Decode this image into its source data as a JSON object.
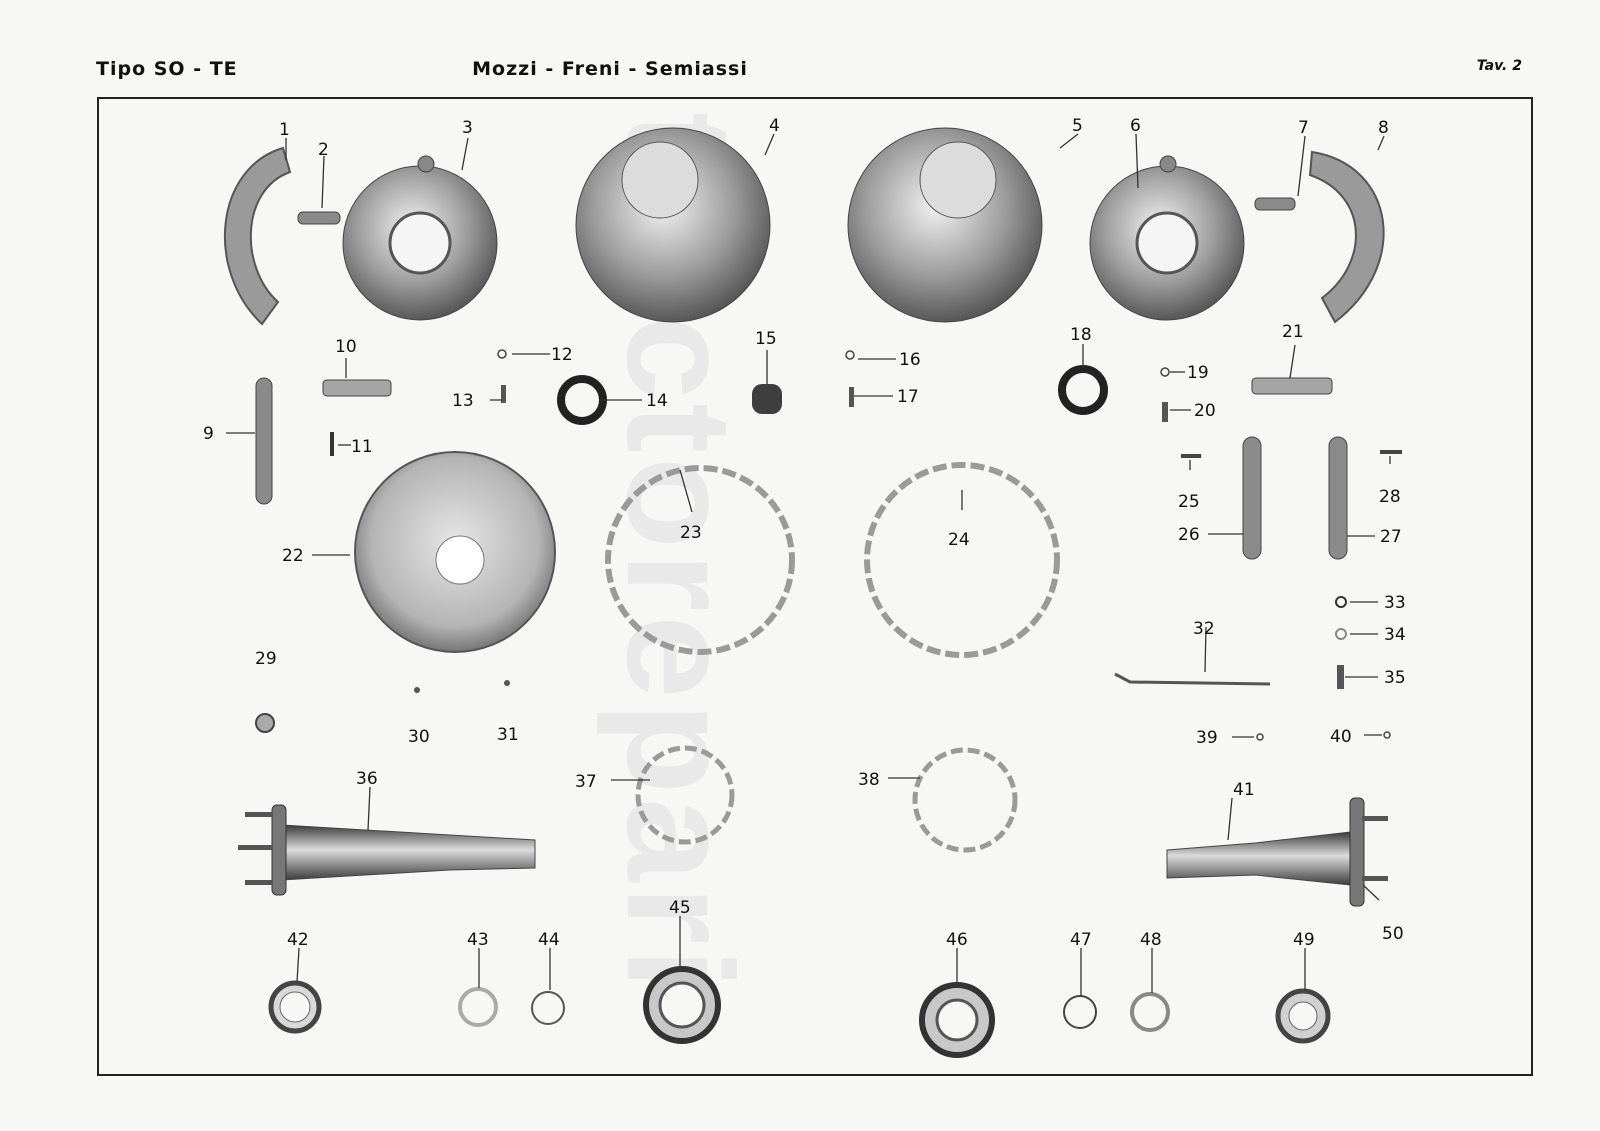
{
  "header": {
    "left": "Tipo SO - TE",
    "center": "Mozzi - Freni - Semiassi",
    "right": "Tav. 2"
  },
  "watermark": "tractorepari",
  "parts": [
    {
      "id": "p1",
      "number": "1"
    },
    {
      "id": "p2",
      "number": "2"
    },
    {
      "id": "p3",
      "number": "3"
    },
    {
      "id": "p4",
      "number": "4"
    },
    {
      "id": "p5",
      "number": "5"
    },
    {
      "id": "p6",
      "number": "6"
    },
    {
      "id": "p7",
      "number": "7"
    },
    {
      "id": "p8",
      "number": "8"
    },
    {
      "id": "p9",
      "number": "9"
    },
    {
      "id": "p10",
      "number": "10"
    },
    {
      "id": "p11",
      "number": "11"
    },
    {
      "id": "p12",
      "number": "12"
    },
    {
      "id": "p13",
      "number": "13"
    },
    {
      "id": "p14",
      "number": "14"
    },
    {
      "id": "p15",
      "number": "15"
    },
    {
      "id": "p16",
      "number": "16"
    },
    {
      "id": "p17",
      "number": "17"
    },
    {
      "id": "p18",
      "number": "18"
    },
    {
      "id": "p19",
      "number": "19"
    },
    {
      "id": "p20",
      "number": "20"
    },
    {
      "id": "p21",
      "number": "21"
    },
    {
      "id": "p22",
      "number": "22"
    },
    {
      "id": "p23",
      "number": "23"
    },
    {
      "id": "p24",
      "number": "24"
    },
    {
      "id": "p25",
      "number": "25"
    },
    {
      "id": "p26",
      "number": "26"
    },
    {
      "id": "p27",
      "number": "27"
    },
    {
      "id": "p28",
      "number": "28"
    },
    {
      "id": "p29",
      "number": "29"
    },
    {
      "id": "p30",
      "number": "30"
    },
    {
      "id": "p31",
      "number": "31"
    },
    {
      "id": "p32",
      "number": "32"
    },
    {
      "id": "p33",
      "number": "33"
    },
    {
      "id": "p34",
      "number": "34"
    },
    {
      "id": "p35",
      "number": "35"
    },
    {
      "id": "p36",
      "number": "36"
    },
    {
      "id": "p37",
      "number": "37"
    },
    {
      "id": "p38",
      "number": "38"
    },
    {
      "id": "p39",
      "number": "39"
    },
    {
      "id": "p40",
      "number": "40"
    },
    {
      "id": "p41",
      "number": "41"
    },
    {
      "id": "p42",
      "number": "42"
    },
    {
      "id": "p43",
      "number": "43"
    },
    {
      "id": "p44",
      "number": "44"
    },
    {
      "id": "p45",
      "number": "45"
    },
    {
      "id": "p46",
      "number": "46"
    },
    {
      "id": "p47",
      "number": "47"
    },
    {
      "id": "p48",
      "number": "48"
    },
    {
      "id": "p49",
      "number": "49"
    },
    {
      "id": "p50",
      "number": "50"
    }
  ]
}
